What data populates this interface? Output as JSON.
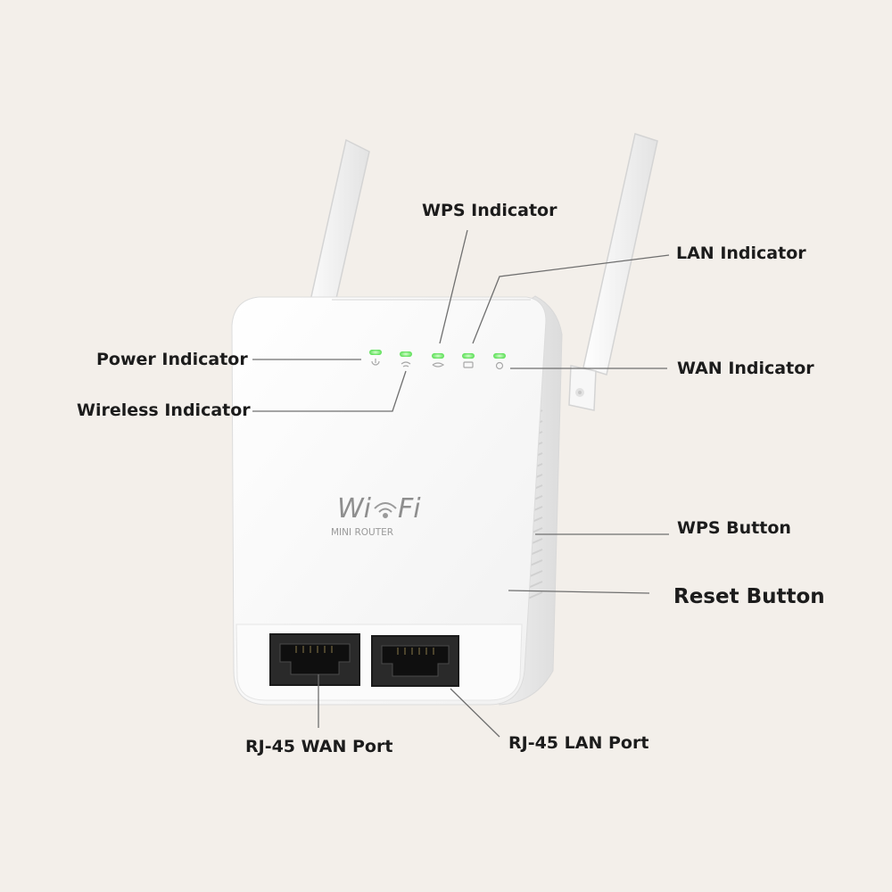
{
  "device": {
    "logo_wordmark": "WiFi",
    "logo_subtitle": "MINI ROUTER",
    "led_color": "#5fe05a",
    "body_color": "#ffffff"
  },
  "callouts": {
    "wps_indicator": "WPS Indicator",
    "lan_indicator": "LAN Indicator",
    "power_indicator": "Power Indicator",
    "wan_indicator": "WAN Indicator",
    "wireless_indicator": "Wireless Indicator",
    "wps_button": "WPS Button",
    "reset_button": "Reset Button",
    "wan_port": "RJ-45 WAN Port",
    "lan_port": "RJ-45 LAN Port"
  }
}
